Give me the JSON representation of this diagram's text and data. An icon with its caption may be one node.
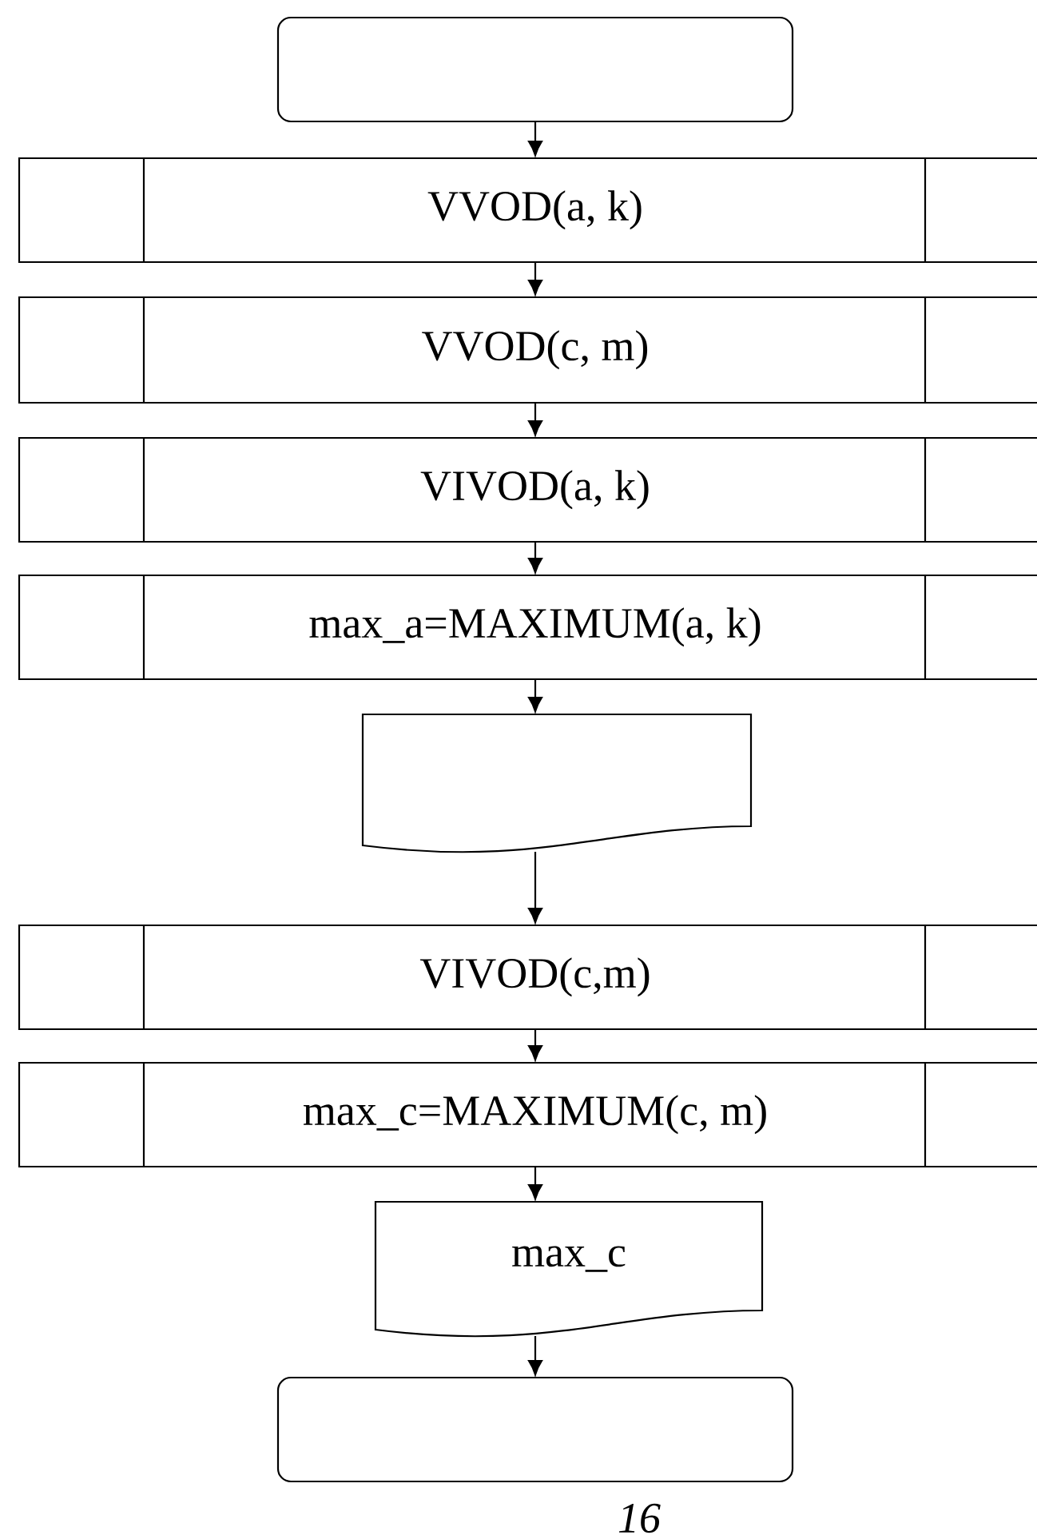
{
  "diagram": {
    "nodes": [
      {
        "text": [],
        "shape": "box"
      },
      {
        "text": [
          "VVOD(a, k)"
        ]
      },
      {
        "text": [
          "VVOD(c, m)"
        ]
      },
      {
        "text": [
          "VIVOD(a, k)"
        ]
      },
      {
        "text": [
          "max_a=MAXIMUM(a, k)"
        ]
      },
      {
        "text": [],
        "shape": "document"
      },
      {
        "text": [
          "VIVOD(c,m)"
        ]
      },
      {
        "text": [
          "max_c=MAXIMUM(c, m)"
        ]
      },
      {
        "text": [
          "max_c"
        ]
      },
      {
        "text": [],
        "shape": "box"
      }
    ],
    "edges": [
      {
        "from": 0,
        "to": 1,
        "arrow": "to"
      },
      {
        "from": 1,
        "to": 2,
        "arrow": "to"
      },
      {
        "from": 2,
        "to": 3,
        "arrow": "to"
      },
      {
        "from": 3,
        "to": 4,
        "arrow": "to"
      },
      {
        "from": 4,
        "to": 5,
        "arrow": "to"
      },
      {
        "from": 5,
        "to": 6,
        "arrow": "to"
      },
      {
        "from": 6,
        "to": 7,
        "arrow": "to"
      },
      {
        "from": 7,
        "to": 8,
        "arrow": "to"
      },
      {
        "from": 8,
        "to": 9,
        "arrow": "to"
      }
    ],
    "labels": [
      "16"
    ]
  }
}
